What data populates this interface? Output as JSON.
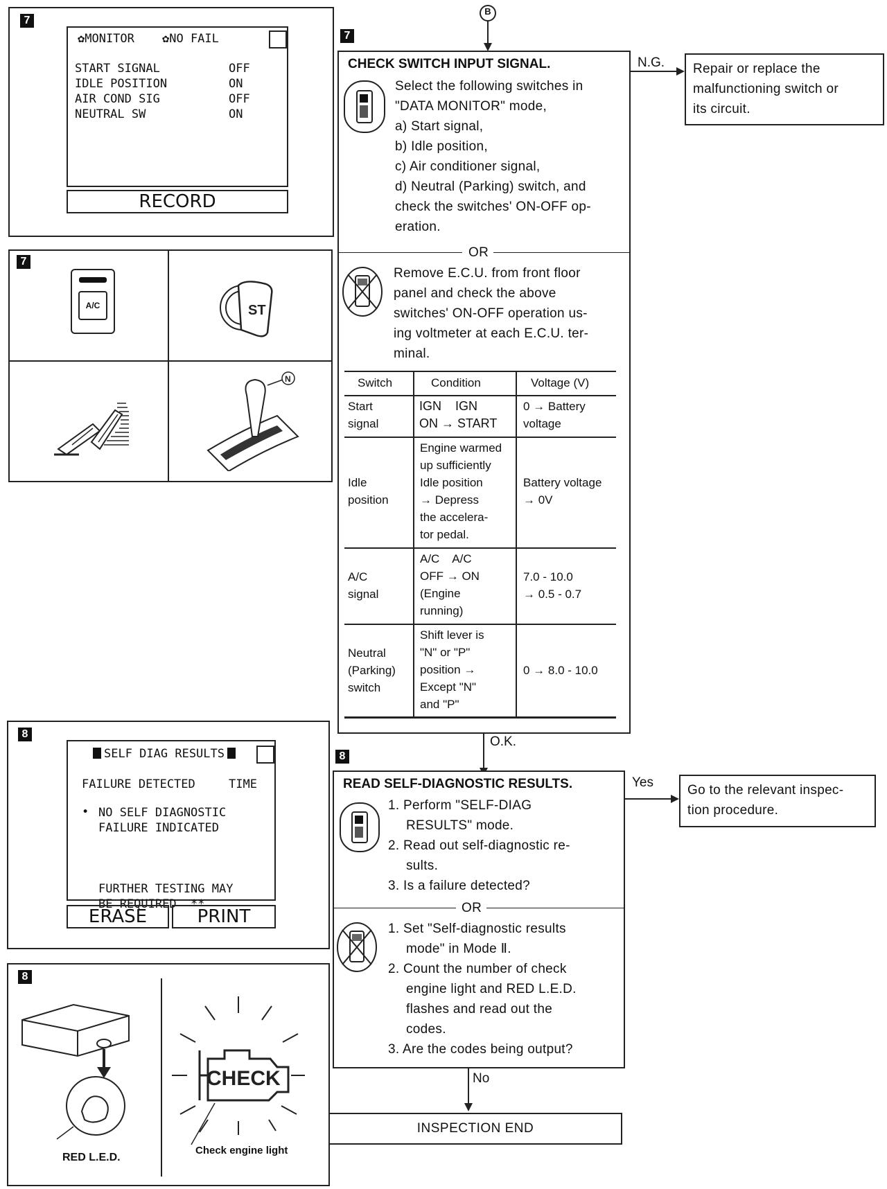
{
  "connector": {
    "label": "B"
  },
  "step7": {
    "tag": "7",
    "monitor": {
      "header_left": "✿MONITOR",
      "header_right": "✿NO FAIL",
      "rows": [
        {
          "name": "START SIGNAL",
          "value": "OFF"
        },
        {
          "name": "IDLE POSITION",
          "value": "ON"
        },
        {
          "name": "AIR COND SIG",
          "value": "OFF"
        },
        {
          "name": "NEUTRAL SW",
          "value": "ON"
        }
      ],
      "button": "RECORD"
    },
    "switch_illustrations": {
      "ac_label": "A/C",
      "st_label": "ST",
      "n_label": "N"
    },
    "heading": "CHECK SWITCH INPUT SIGNAL.",
    "lines": [
      "Select the following switches in",
      "\"DATA MONITOR\" mode,",
      "a) Start signal,",
      "b) Idle position,",
      "c) Air conditioner signal,",
      "d) Neutral (Parking) switch, and",
      "check the switches' ON-OFF op-",
      "eration."
    ],
    "or": "OR",
    "alt_lines": [
      "Remove E.C.U. from front floor",
      "panel and check the above",
      "switches' ON-OFF operation us-",
      "ing voltmeter at each E.C.U. ter-",
      "minal."
    ],
    "table": {
      "headers": [
        "Switch",
        "Condition",
        "Voltage (V)"
      ],
      "rows": [
        {
          "switch": [
            "Start",
            "signal"
          ],
          "condition": [
            "IGN    IGN",
            "ON → START"
          ],
          "voltage": [
            "0 → Battery",
            "voltage"
          ]
        },
        {
          "switch": [
            "Idle",
            "position"
          ],
          "condition": [
            "Engine warmed",
            "up sufficiently",
            "Idle position",
            "→ Depress",
            "the accelera-",
            "tor pedal."
          ],
          "voltage": [
            "Battery voltage",
            "→ 0V"
          ]
        },
        {
          "switch": [
            "A/C",
            "signal"
          ],
          "condition": [
            "A/C    A/C",
            "OFF → ON",
            "(Engine",
            "running)"
          ],
          "voltage": [
            "7.0 - 10.0",
            "→ 0.5 - 0.7"
          ]
        },
        {
          "switch": [
            "Neutral",
            "(Parking)",
            "switch"
          ],
          "condition": [
            "Shift lever is",
            "\"N\" or \"P\"",
            "position →",
            "Except \"N\"",
            "and \"P\""
          ],
          "voltage": [
            "0 → 8.0 - 10.0"
          ]
        }
      ]
    },
    "ng_label": "N.G.",
    "ng_action": [
      "Repair or replace the",
      "malfunctioning switch or",
      "its circuit."
    ]
  },
  "ok_label": "O.K.",
  "step8": {
    "tag": "8",
    "diag_screen": {
      "header": "SELF DIAG RESULTS",
      "col1": "FAILURE DETECTED",
      "col2": "TIME",
      "bullet": "•",
      "msg1": [
        "NO SELF DIAGNOSTIC",
        "FAILURE INDICATED"
      ],
      "msg2": [
        "FURTHER TESTING MAY",
        "BE REQUIRED  **"
      ],
      "btn_erase": "ERASE",
      "btn_print": "PRINT"
    },
    "led_label": "RED L.E.D.",
    "check_label": "CHECK",
    "check_engine_label": "Check engine light",
    "heading": "READ SELF-DIAGNOSTIC RESULTS.",
    "lines": [
      "1. Perform \"SELF-DIAG",
      "RESULTS\" mode.",
      "2. Read out self-diagnostic re-",
      "sults.",
      "3. Is a failure detected?"
    ],
    "or": "OR",
    "alt_lines": [
      "1. Set \"Self-diagnostic results",
      "mode\" in Mode Ⅱ.",
      "2. Count the number of check",
      "engine light and RED L.E.D.",
      "flashes and read out the",
      "codes.",
      "3. Are the codes being output?"
    ],
    "yes_label": "Yes",
    "yes_action": [
      "Go to the relevant inspec-",
      "tion procedure."
    ],
    "no_label": "No",
    "end_label": "INSPECTION END"
  }
}
